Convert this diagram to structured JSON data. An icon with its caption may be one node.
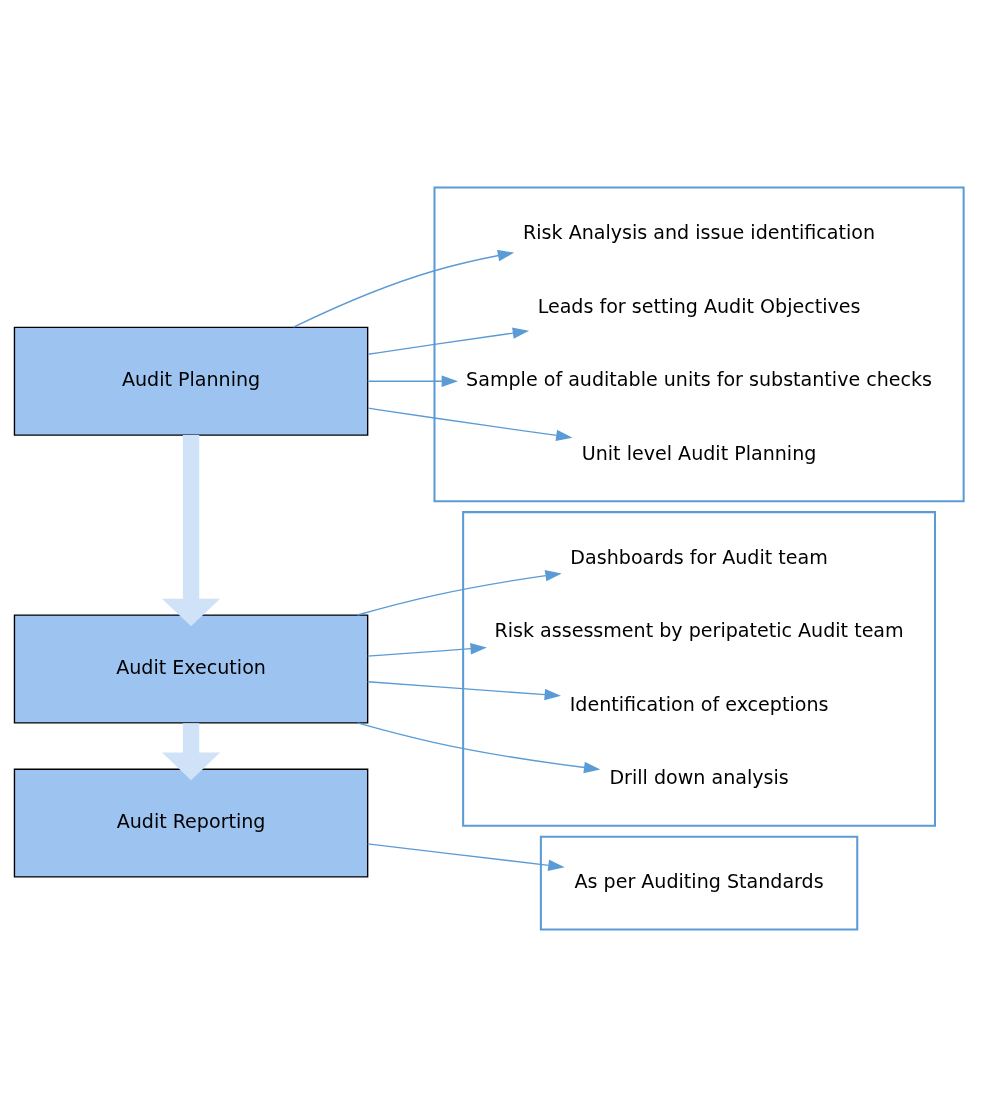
{
  "diagram": {
    "nodes": [
      {
        "text": [
          "Audit Planning"
        ]
      },
      {
        "text": [],
        "shape": "box"
      },
      {
        "text": [
          "Risk Analysis and issue identification"
        ],
        "in": 1
      },
      {
        "text": [
          "Leads for setting Audit Objectives"
        ],
        "in": 1
      },
      {
        "text": [
          "Sample of auditable units for substantive checks"
        ],
        "in": 1
      },
      {
        "text": [
          "Unit level Audit Planning"
        ],
        "in": 1
      },
      {
        "text": [
          "Audit Execution"
        ]
      },
      {
        "text": [],
        "shape": "box"
      },
      {
        "text": [
          "Dashboards for Audit team"
        ],
        "in": 7
      },
      {
        "text": [
          "Risk assessment by peripatetic Audit team"
        ],
        "in": 7
      },
      {
        "text": [
          "Identification of exceptions"
        ],
        "in": 7
      },
      {
        "text": [
          "Drill down analysis"
        ],
        "in": 7
      },
      {
        "text": [
          "Audit Reporting"
        ]
      },
      {
        "text": [],
        "shape": "box"
      },
      {
        "text": [
          "As per Auditing Standards"
        ],
        "in": 13
      }
    ],
    "edges": [
      {
        "from": 0,
        "to": 6,
        "arrow": "to",
        "style": "thick",
        "color": "#cfe2f8"
      },
      {
        "from": 6,
        "to": 12,
        "arrow": "to",
        "style": "thick",
        "color": "#cfe2f8"
      },
      {
        "from": 0,
        "to": 2,
        "arrow": "to"
      },
      {
        "from": 0,
        "to": 3,
        "arrow": "to"
      },
      {
        "from": 0,
        "to": 4,
        "arrow": "to"
      },
      {
        "from": 0,
        "to": 5,
        "arrow": "to"
      },
      {
        "from": 6,
        "to": 8,
        "arrow": "to"
      },
      {
        "from": 6,
        "to": 9,
        "arrow": "to"
      },
      {
        "from": 6,
        "to": 10,
        "arrow": "to"
      },
      {
        "from": 6,
        "to": 11,
        "arrow": "to"
      },
      {
        "from": 12,
        "to": 14,
        "arrow": "to"
      }
    ]
  }
}
